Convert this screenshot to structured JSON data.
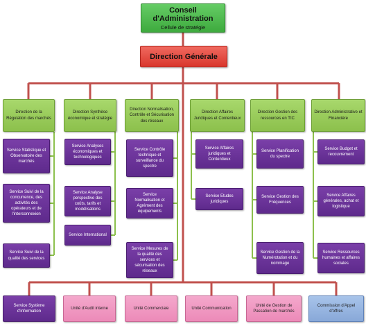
{
  "top": {
    "title": "Conseil d'Administration",
    "subtitle": "Cellule de stratégie"
  },
  "general": {
    "title": "Direction  Générale"
  },
  "directions": [
    {
      "label": "Direction de la Régulation des marchés",
      "services": [
        "Service Statistique et Observatoire des marchés",
        "Service Suivi de la concurrence, des activités des opérateurs et de l'interconnexion",
        "Service Suivi de la qualité des services"
      ]
    },
    {
      "label": "Direction Synthèse économique et stratégie",
      "services": [
        "Service Analyses économiques et technologiques",
        "Service Analyse perspective des coûts, tarifs et modélisations",
        "Service International"
      ]
    },
    {
      "label": "Direction Normalisation, Contrôle et Sécurisation des réseaux",
      "services": [
        "Service Contrôle technique et surveillance du spectre",
        "Service Normalisation et Agrément des équipements",
        "Service Mesures de la qualité des services et sécurisation des réseaux"
      ]
    },
    {
      "label": "Direction Affaires Juridiques et Contentieux",
      "services": [
        "Service Affaires juridiques et Contentieux",
        "Service Etudes juridiques"
      ]
    },
    {
      "label": "Direction Gestion des ressources en TIC",
      "services": [
        "Service Planification du spectre",
        "Service Gestion des Fréquences",
        "Service Gestion de la Numérotation et du nommage"
      ]
    },
    {
      "label": "Direction Administrative et Financière",
      "services": [
        "Service Budget et recouvrement",
        "Service Affaires générales, achat et logistique",
        "Service Ressources humaines et affaires sociales"
      ]
    }
  ],
  "bottom_units": [
    {
      "label": "Service Système d'information",
      "color": "purple"
    },
    {
      "label": "Unité d'Audit interne",
      "color": "pink"
    },
    {
      "label": "Unité Commerciale",
      "color": "pink"
    },
    {
      "label": "Unité Communication",
      "color": "pink"
    },
    {
      "label": "Unité de Gestion de Passation de marchés",
      "color": "pink"
    },
    {
      "label": "Commission d'Appel d'offres",
      "color": "blue"
    }
  ]
}
